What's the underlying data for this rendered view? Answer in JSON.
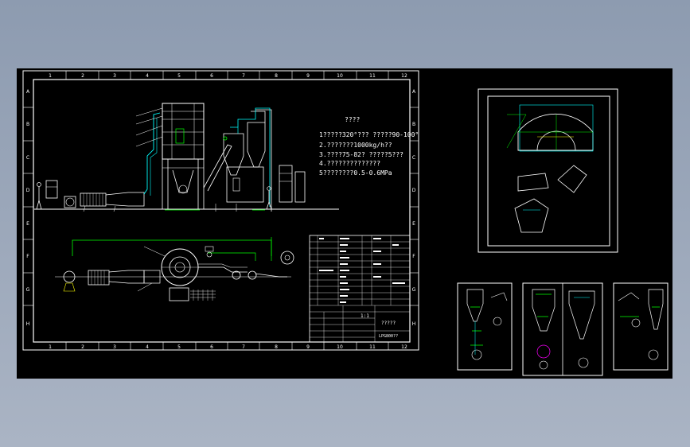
{
  "main_drawing": {
    "column_numbers": [
      "1",
      "2",
      "3",
      "4",
      "5",
      "6",
      "7",
      "8",
      "9",
      "10",
      "11",
      "12"
    ],
    "row_letters": [
      "A",
      "B",
      "C",
      "D",
      "E",
      "F",
      "G",
      "H"
    ],
    "notes_title": "????",
    "notes": [
      "1?????320°???  ?????90-100°",
      "2.???????1000kg/h??",
      "3.????75-82?  ?????5???",
      "4.??????????????",
      "5????????0.5-0.6MPa"
    ],
    "title_block_scale": "1:1",
    "title_block_name": "?????",
    "title_block_code": "LPG800??"
  },
  "colors": {
    "line_white": "#ffffff",
    "line_cyan": "#00ffff",
    "line_green": "#00ff00",
    "line_yellow": "#ffff00",
    "line_magenta": "#ff00ff"
  }
}
